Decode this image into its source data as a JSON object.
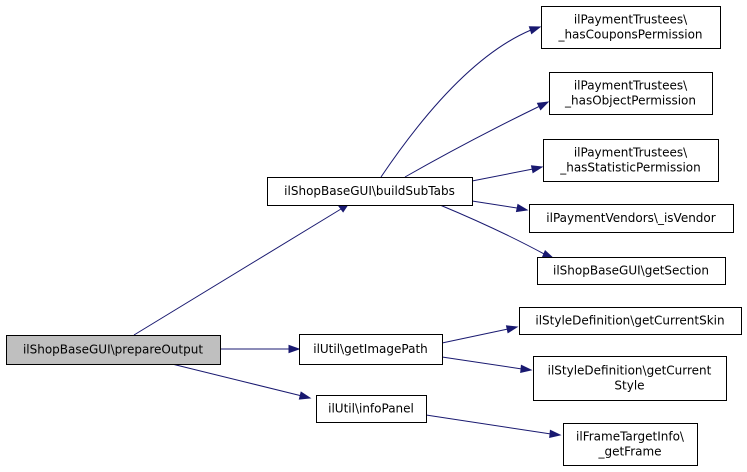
{
  "nodes": {
    "prepare_output": {
      "lines": [
        "ilShopBaseGUI\\prepareOutput"
      ],
      "root": true
    },
    "build_sub_tabs": {
      "lines": [
        "ilShopBaseGUI\\buildSubTabs"
      ]
    },
    "get_image_path": {
      "lines": [
        "ilUtil\\getImagePath"
      ]
    },
    "info_panel": {
      "lines": [
        "ilUtil\\infoPanel"
      ]
    },
    "has_coupons_permission": {
      "lines": [
        "ilPaymentTrustees\\",
        "_hasCouponsPermission"
      ]
    },
    "has_object_permission": {
      "lines": [
        "ilPaymentTrustees\\",
        "_hasObjectPermission"
      ]
    },
    "has_statistic_permission": {
      "lines": [
        "ilPaymentTrustees\\",
        "_hasStatisticPermission"
      ]
    },
    "is_vendor": {
      "lines": [
        "ilPaymentVendors\\_isVendor"
      ]
    },
    "get_section": {
      "lines": [
        "ilShopBaseGUI\\getSection"
      ]
    },
    "get_current_skin": {
      "lines": [
        "ilStyleDefinition\\getCurrentSkin"
      ]
    },
    "get_current_style": {
      "lines": [
        "ilStyleDefinition\\getCurrent",
        "Style"
      ]
    },
    "get_frame": {
      "lines": [
        "ilFrameTargetInfo\\",
        "_getFrame"
      ]
    }
  },
  "edges": [
    {
      "from": "prepare_output",
      "to": "build_sub_tabs"
    },
    {
      "from": "prepare_output",
      "to": "get_image_path"
    },
    {
      "from": "prepare_output",
      "to": "info_panel"
    },
    {
      "from": "build_sub_tabs",
      "to": "has_coupons_permission"
    },
    {
      "from": "build_sub_tabs",
      "to": "has_object_permission"
    },
    {
      "from": "build_sub_tabs",
      "to": "has_statistic_permission"
    },
    {
      "from": "build_sub_tabs",
      "to": "is_vendor"
    },
    {
      "from": "build_sub_tabs",
      "to": "get_section"
    },
    {
      "from": "get_image_path",
      "to": "get_current_skin"
    },
    {
      "from": "get_image_path",
      "to": "get_current_style"
    },
    {
      "from": "info_panel",
      "to": "get_frame"
    }
  ],
  "colors": {
    "edge": "#191970",
    "root_fill": "#bfbfbf",
    "node_fill": "#ffffff",
    "node_border": "#000000"
  }
}
